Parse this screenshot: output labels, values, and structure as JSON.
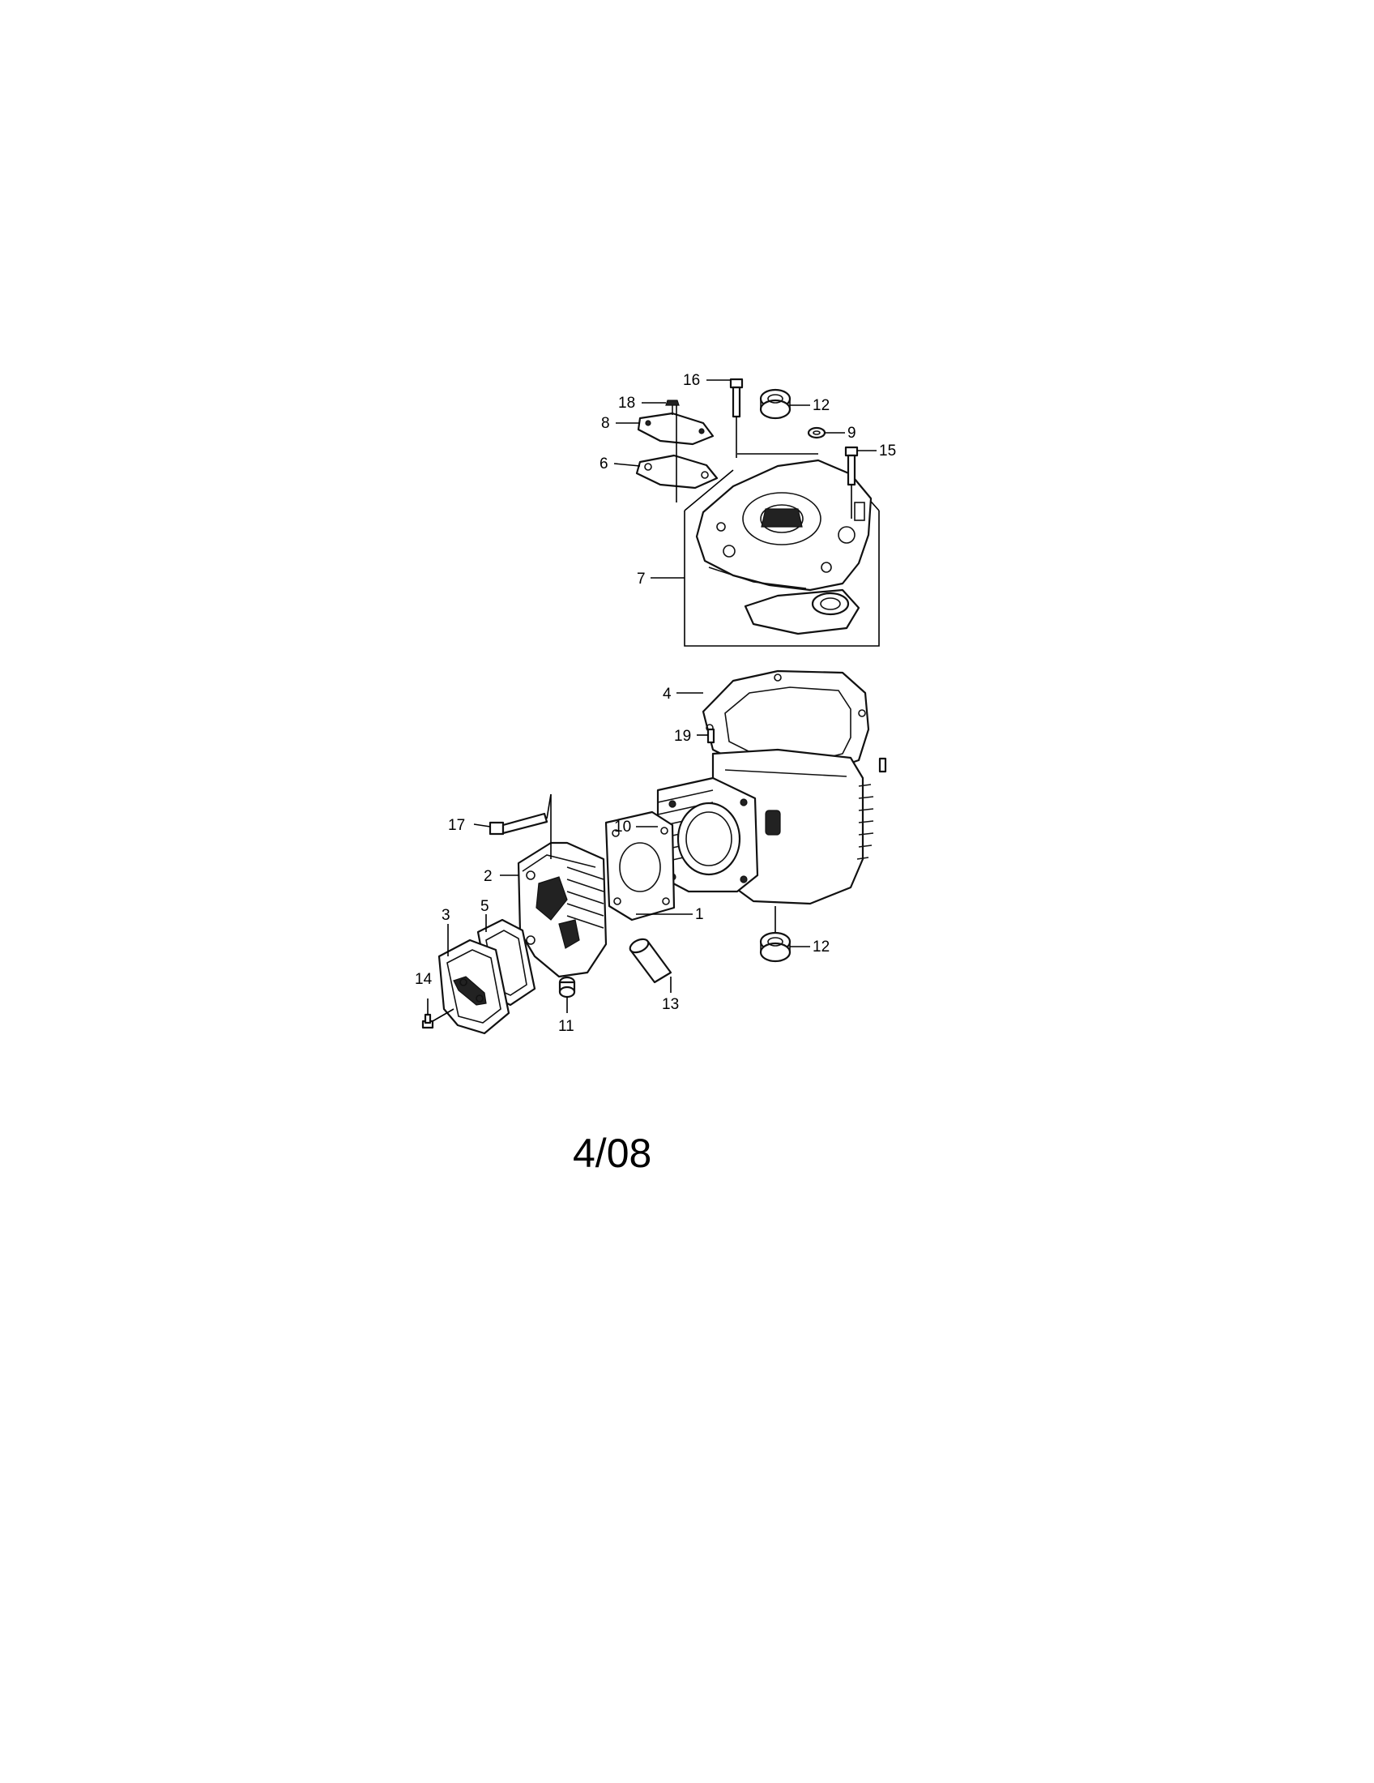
{
  "callouts": {
    "c1": "1",
    "c2": "2",
    "c3": "3",
    "c4": "4",
    "c5": "5",
    "c6": "6",
    "c7": "7",
    "c8": "8",
    "c9": "9",
    "c10": "10",
    "c11": "11",
    "c12a": "12",
    "c12b": "12",
    "c13": "13",
    "c14": "14",
    "c15": "15",
    "c16": "16",
    "c17": "17",
    "c18": "18",
    "c19": "19"
  },
  "footer": {
    "date_code": "4/08"
  }
}
